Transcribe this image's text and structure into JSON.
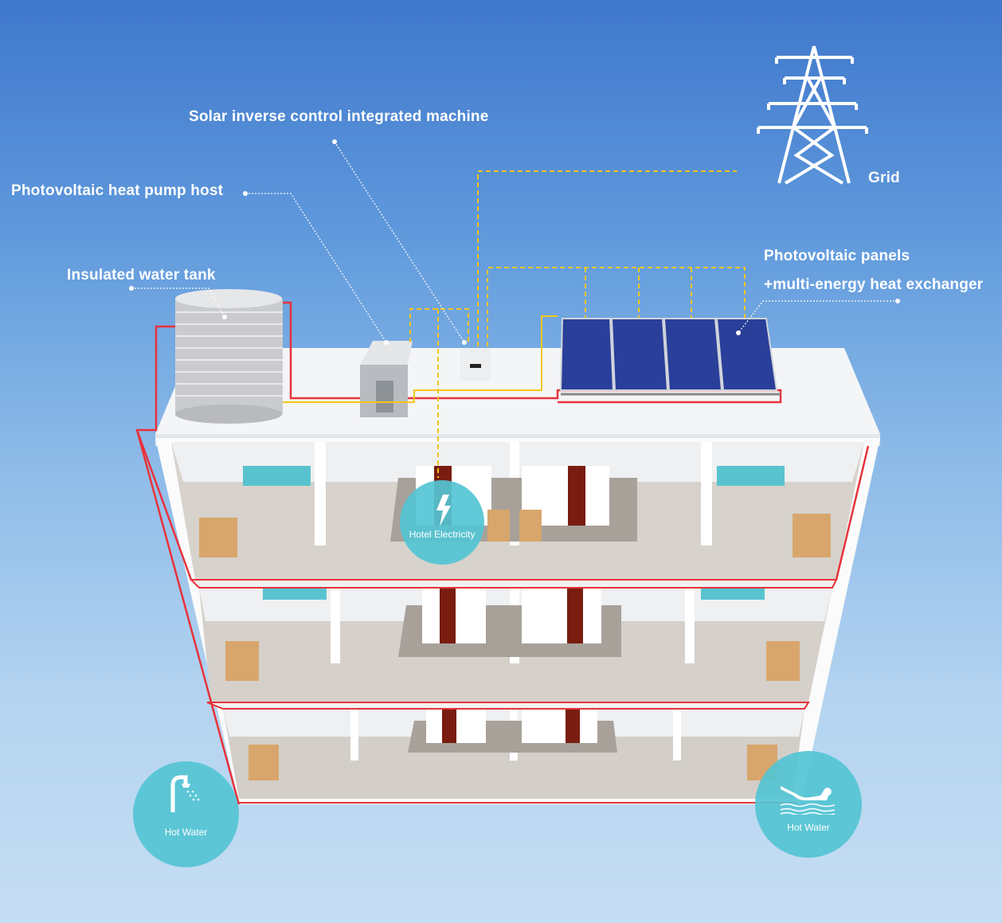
{
  "labels": {
    "solar_inverse": "Solar inverse control integrated machine",
    "heat_pump_host": "Photovoltaic heat pump host",
    "water_tank": "Insulated water tank",
    "grid": "Grid",
    "pv_panels_line1": "Photovoltaic panels",
    "pv_panels_line2": "+multi-energy heat exchanger"
  },
  "badges": [
    {
      "label": "Hotel Electricity",
      "icon": "lightning-icon"
    },
    {
      "label": "Hot Water",
      "icon": "shower-icon"
    },
    {
      "label": "Hot Water",
      "icon": "swimmer-icon"
    }
  ],
  "colors": {
    "badge": "#54c4d4",
    "hot_pipe": "#e8323a",
    "power_line": "#f5c518",
    "sky_top": "#3f77cc",
    "sky_bottom": "#c6def3"
  }
}
